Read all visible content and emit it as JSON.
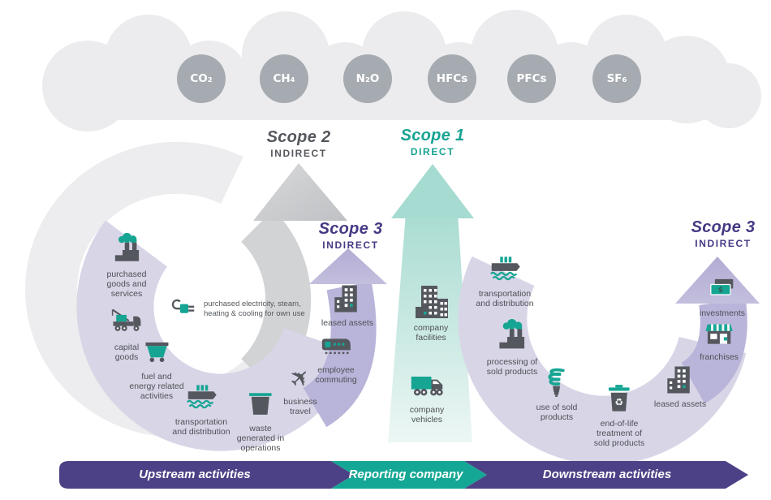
{
  "gases": [
    {
      "label": "CO₂"
    },
    {
      "label": "CH₄"
    },
    {
      "label": "N₂O"
    },
    {
      "label": "HFCs"
    },
    {
      "label": "PFCs"
    },
    {
      "label": "SF₆"
    }
  ],
  "scopes": [
    {
      "id": "scope2",
      "title": "Scope 2",
      "subtitle": "INDIRECT",
      "color": "#54575c"
    },
    {
      "id": "scope1",
      "title": "Scope 1",
      "subtitle": "DIRECT",
      "color": "#18a392"
    },
    {
      "id": "scope3-upstream",
      "title": "Scope 3",
      "subtitle": "INDIRECT",
      "color": "#443a84"
    },
    {
      "id": "scope3-downstream",
      "title": "Scope 3",
      "subtitle": "INDIRECT",
      "color": "#443a84"
    }
  ],
  "activities": {
    "upstream": [
      {
        "icon": "factory-icon",
        "lines": [
          "purchased",
          "goods and",
          "services"
        ]
      },
      {
        "icon": "crane-truck-icon",
        "lines": [
          "capital",
          "goods"
        ]
      },
      {
        "icon": "mine-cart-icon",
        "lines": [
          "fuel and",
          "energy related",
          "activities"
        ]
      },
      {
        "icon": "ship-icon",
        "lines": [
          "transportation",
          "and distribution"
        ]
      },
      {
        "icon": "dumpster-icon",
        "lines": [
          "waste",
          "generated in",
          "operations"
        ]
      },
      {
        "icon": "airplane-icon",
        "lines": [
          "business",
          "travel"
        ]
      },
      {
        "icon": "train-icon",
        "lines": [
          "employee",
          "commuting"
        ]
      },
      {
        "icon": "building-icon",
        "lines": [
          "leased assets"
        ]
      },
      {
        "icon": "plug-icon",
        "lines": [
          "purchased electricity, steam,",
          "heating & cooling for own use"
        ]
      }
    ],
    "reporting": [
      {
        "icon": "buildings-icon",
        "lines": [
          "company",
          "facilities"
        ]
      },
      {
        "icon": "truck-icon",
        "lines": [
          "company",
          "vehicles"
        ]
      }
    ],
    "downstream": [
      {
        "icon": "ship-icon",
        "lines": [
          "transportation",
          "and distribution"
        ]
      },
      {
        "icon": "factory-icon",
        "lines": [
          "processing of",
          "sold products"
        ]
      },
      {
        "icon": "cfl-bulb-icon",
        "lines": [
          "use of sold",
          "products"
        ]
      },
      {
        "icon": "recycle-bin-icon",
        "lines": [
          "end-of-life",
          "treatment of",
          "sold products"
        ]
      },
      {
        "icon": "building-icon",
        "lines": [
          "leased assets"
        ]
      },
      {
        "icon": "storefront-icon",
        "lines": [
          "franchises"
        ]
      },
      {
        "icon": "banknotes-icon",
        "lines": [
          "investments"
        ]
      }
    ]
  },
  "legend_bar": [
    {
      "label": "Upstream activities",
      "color": "#4c4186"
    },
    {
      "label": "Reporting company",
      "color": "#14a795"
    },
    {
      "label": "Downstream activities",
      "color": "#4c4186"
    }
  ],
  "colors": {
    "cloud": "#ececee",
    "gas_circle": "#a6abb1",
    "gray_arrow": "#cdcfd1",
    "teal_arrow": "#a6dbd1",
    "band_light": "#d8d5e7",
    "band_arrow": "#b9b4d9",
    "icon_dark": "#54585e",
    "icon_teal": "#16a593",
    "bar_purple": "#4c4186",
    "bar_teal": "#14a795"
  }
}
